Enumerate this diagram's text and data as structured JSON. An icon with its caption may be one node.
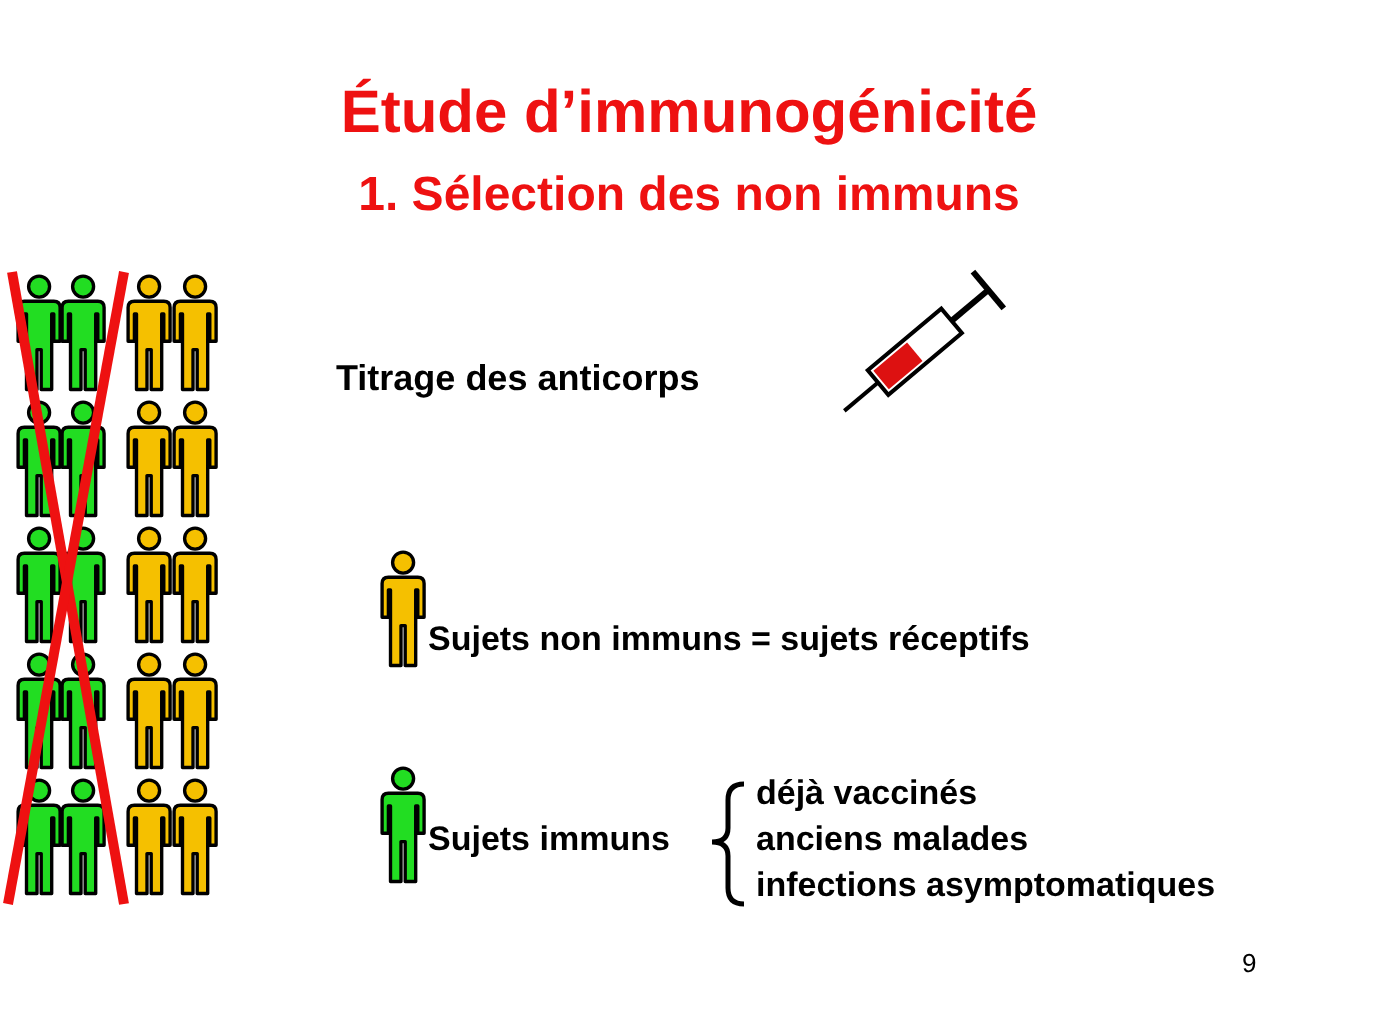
{
  "diagram": {
    "title": "Étude d’immunogénicité",
    "labels": [
      "1. Sélection des non immuns",
      "Titrage des anticorps",
      "Sujets non immuns = sujets réceptifs",
      "Sujets immuns",
      "déjà vaccinés",
      "anciens malades",
      "infections asymptomatiques",
      "9"
    ]
  }
}
